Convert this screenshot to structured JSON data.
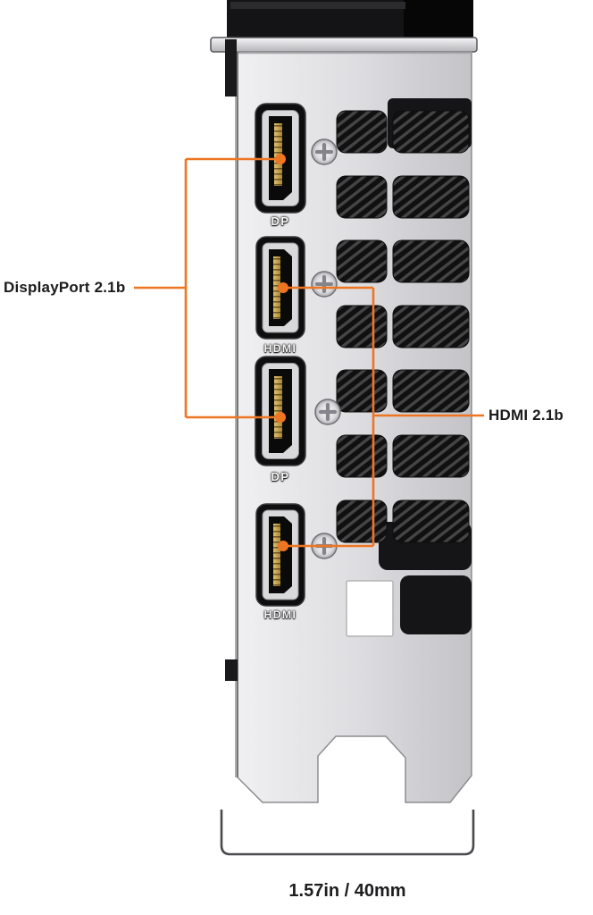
{
  "diagram": {
    "callouts": {
      "displayport": {
        "label": "DisplayPort 2.1b"
      },
      "hdmi": {
        "label": "HDMI 2.1b"
      }
    },
    "ports": [
      {
        "type": "displayport",
        "label": "DP"
      },
      {
        "type": "hdmi",
        "label": "HDMI"
      },
      {
        "type": "displayport",
        "label": "DP"
      },
      {
        "type": "hdmi",
        "label": "HDMI"
      }
    ],
    "dimension": {
      "label": "1.57in / 40mm"
    },
    "colors": {
      "accent_orange": "#ee7623",
      "bracket_silver": "#d9d9db",
      "body_black": "#141416",
      "contact_gold": "#c9a74f"
    }
  }
}
